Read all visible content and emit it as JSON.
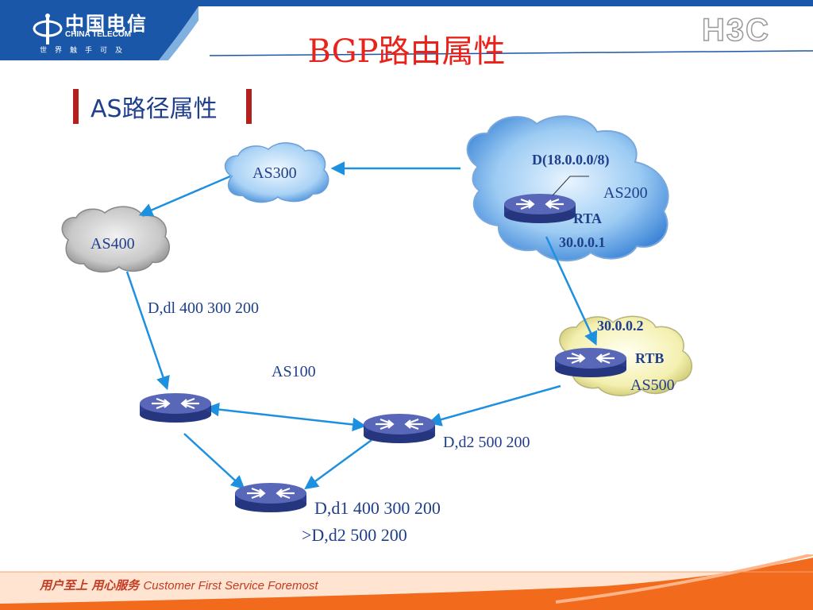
{
  "header": {
    "logo_cn": "中国电信",
    "logo_en": "CHINA TELECOM",
    "logo_slogan": "世界触手可及",
    "title": "BGP路由属性",
    "brand": "H3C"
  },
  "section": {
    "subtitle": "AS路径属性"
  },
  "diagram": {
    "clouds": {
      "as300": "AS300",
      "as400": "AS400",
      "as200": "AS200",
      "as500": "AS500"
    },
    "rta": {
      "route": "D(18.0.0.0/8)",
      "name": "RTA",
      "ip": "30.0.0.1"
    },
    "rtb": {
      "ip": "30.0.0.2",
      "name": "RTB"
    },
    "as100_label": "AS100",
    "path_as400": "D,dl 400 300 200",
    "path_as500": "D,d2 500 200",
    "result_line1": "D,d1 400 300 200",
    "result_line2": ">D,d2 500 200"
  },
  "footer": {
    "slogan_cn": "用户至上 用心服务",
    "slogan_en": "Customer First Service Foremost"
  },
  "colors": {
    "title_red": "#e8231b",
    "text_blue": "#1f3f8c",
    "arrow_blue": "#1e90e0",
    "header_blue": "#1a57a8",
    "footer_orange": "#f26b1d"
  }
}
